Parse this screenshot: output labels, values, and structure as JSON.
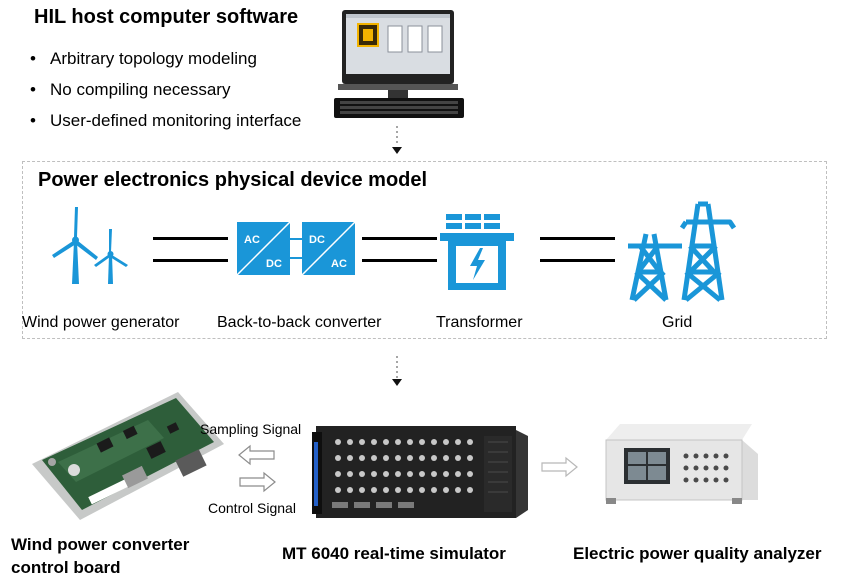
{
  "host": {
    "title": "HIL host computer software",
    "bullets": [
      "Arbitrary topology modeling",
      "No compiling necessary",
      "User-defined monitoring interface"
    ]
  },
  "model": {
    "title": "Power electronics physical device model",
    "devices": [
      {
        "label": "Wind power generator"
      },
      {
        "label": "Back-to-back converter"
      },
      {
        "label": "Transformer"
      },
      {
        "label": "Grid"
      }
    ],
    "converter_text": {
      "ac1": "AC",
      "dc1": "DC",
      "dc2": "DC",
      "ac2": "AC"
    }
  },
  "signals": {
    "sampling": "Sampling Signal",
    "control": "Control Signal"
  },
  "bottom": {
    "board": [
      "Wind power converter",
      "control board"
    ],
    "simulator": "MT 6040 real-time simulator",
    "analyzer": "Electric power quality analyzer"
  },
  "colors": {
    "accent": "#1a96d8"
  }
}
